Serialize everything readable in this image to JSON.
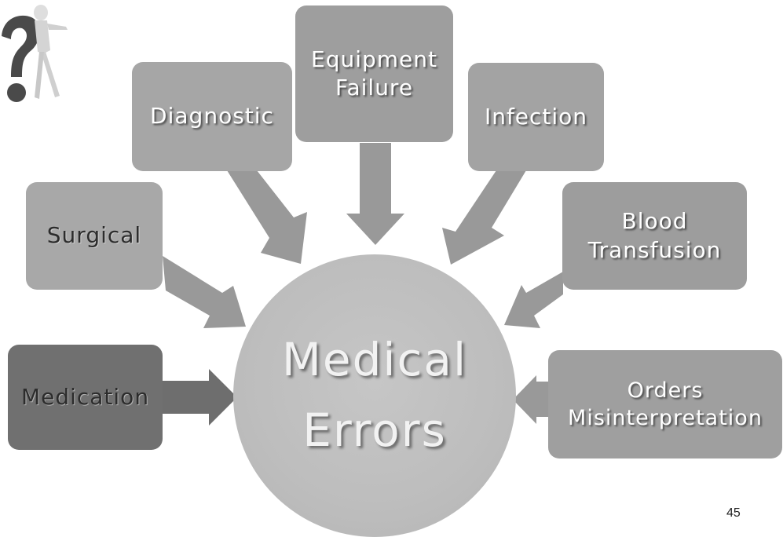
{
  "center": {
    "line1": "Medical",
    "line2": "Errors"
  },
  "causes": {
    "equipment": {
      "line1": "Equipment",
      "line2": "Failure"
    },
    "diagnostic": {
      "label": "Diagnostic"
    },
    "infection": {
      "label": "Infection"
    },
    "surgical": {
      "label": "Surgical"
    },
    "blood": {
      "line1": "Blood",
      "line2": "Transfusion"
    },
    "medication": {
      "label": "Medication"
    },
    "orders": {
      "line1": "Orders",
      "line2": "Misinterpretation"
    }
  },
  "page_number": "45",
  "icons": {
    "decoration": "question-mark-figure-icon"
  }
}
